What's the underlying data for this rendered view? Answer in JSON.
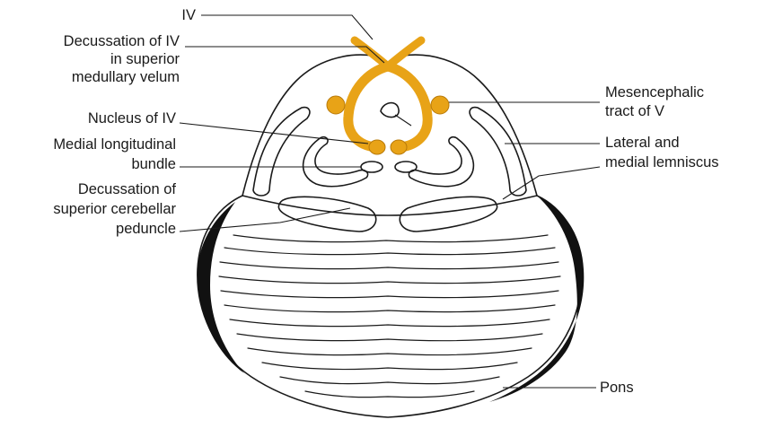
{
  "diagram": {
    "colors": {
      "nerve": "#e8a317",
      "nerve_dark": "#b87a0a",
      "outline": "#1a1a1a",
      "background": "#ffffff"
    },
    "labels": {
      "iv": "IV",
      "decussation_iv_1": "Decussation of IV",
      "decussation_iv_2": "in superior",
      "decussation_iv_3": "medullary velum",
      "nucleus_iv": "Nucleus of IV",
      "mlf_1": "Medial longitudinal",
      "mlf_2": "bundle",
      "scp_1": "Decussation of",
      "scp_2": "superior cerebellar",
      "scp_3": "peduncle",
      "mesencephalic_1": "Mesencephalic",
      "mesencephalic_2": "tract of V",
      "lemniscus_1": "Lateral and",
      "lemniscus_2": "medial lemniscus",
      "pons": "Pons"
    }
  }
}
